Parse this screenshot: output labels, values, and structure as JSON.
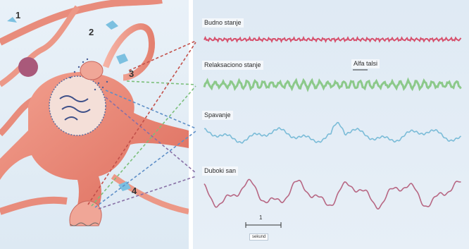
{
  "callouts": [
    "1",
    "2",
    "3",
    "4"
  ],
  "waves": {
    "awake": "Budno stanje",
    "relaxed": "Relaksaciono stanje",
    "alpha": "Alfa talsi",
    "sleep": "Spavanje",
    "deep_sleep": "Duboki san"
  },
  "scale": {
    "value": "1",
    "unit": "sekund"
  },
  "colors": {
    "awake": "#d6506c",
    "relaxed": "#8cc98a",
    "sleep": "#7bbcd8",
    "deep_sleep": "#b76783",
    "neuron": "#e97c6d"
  }
}
